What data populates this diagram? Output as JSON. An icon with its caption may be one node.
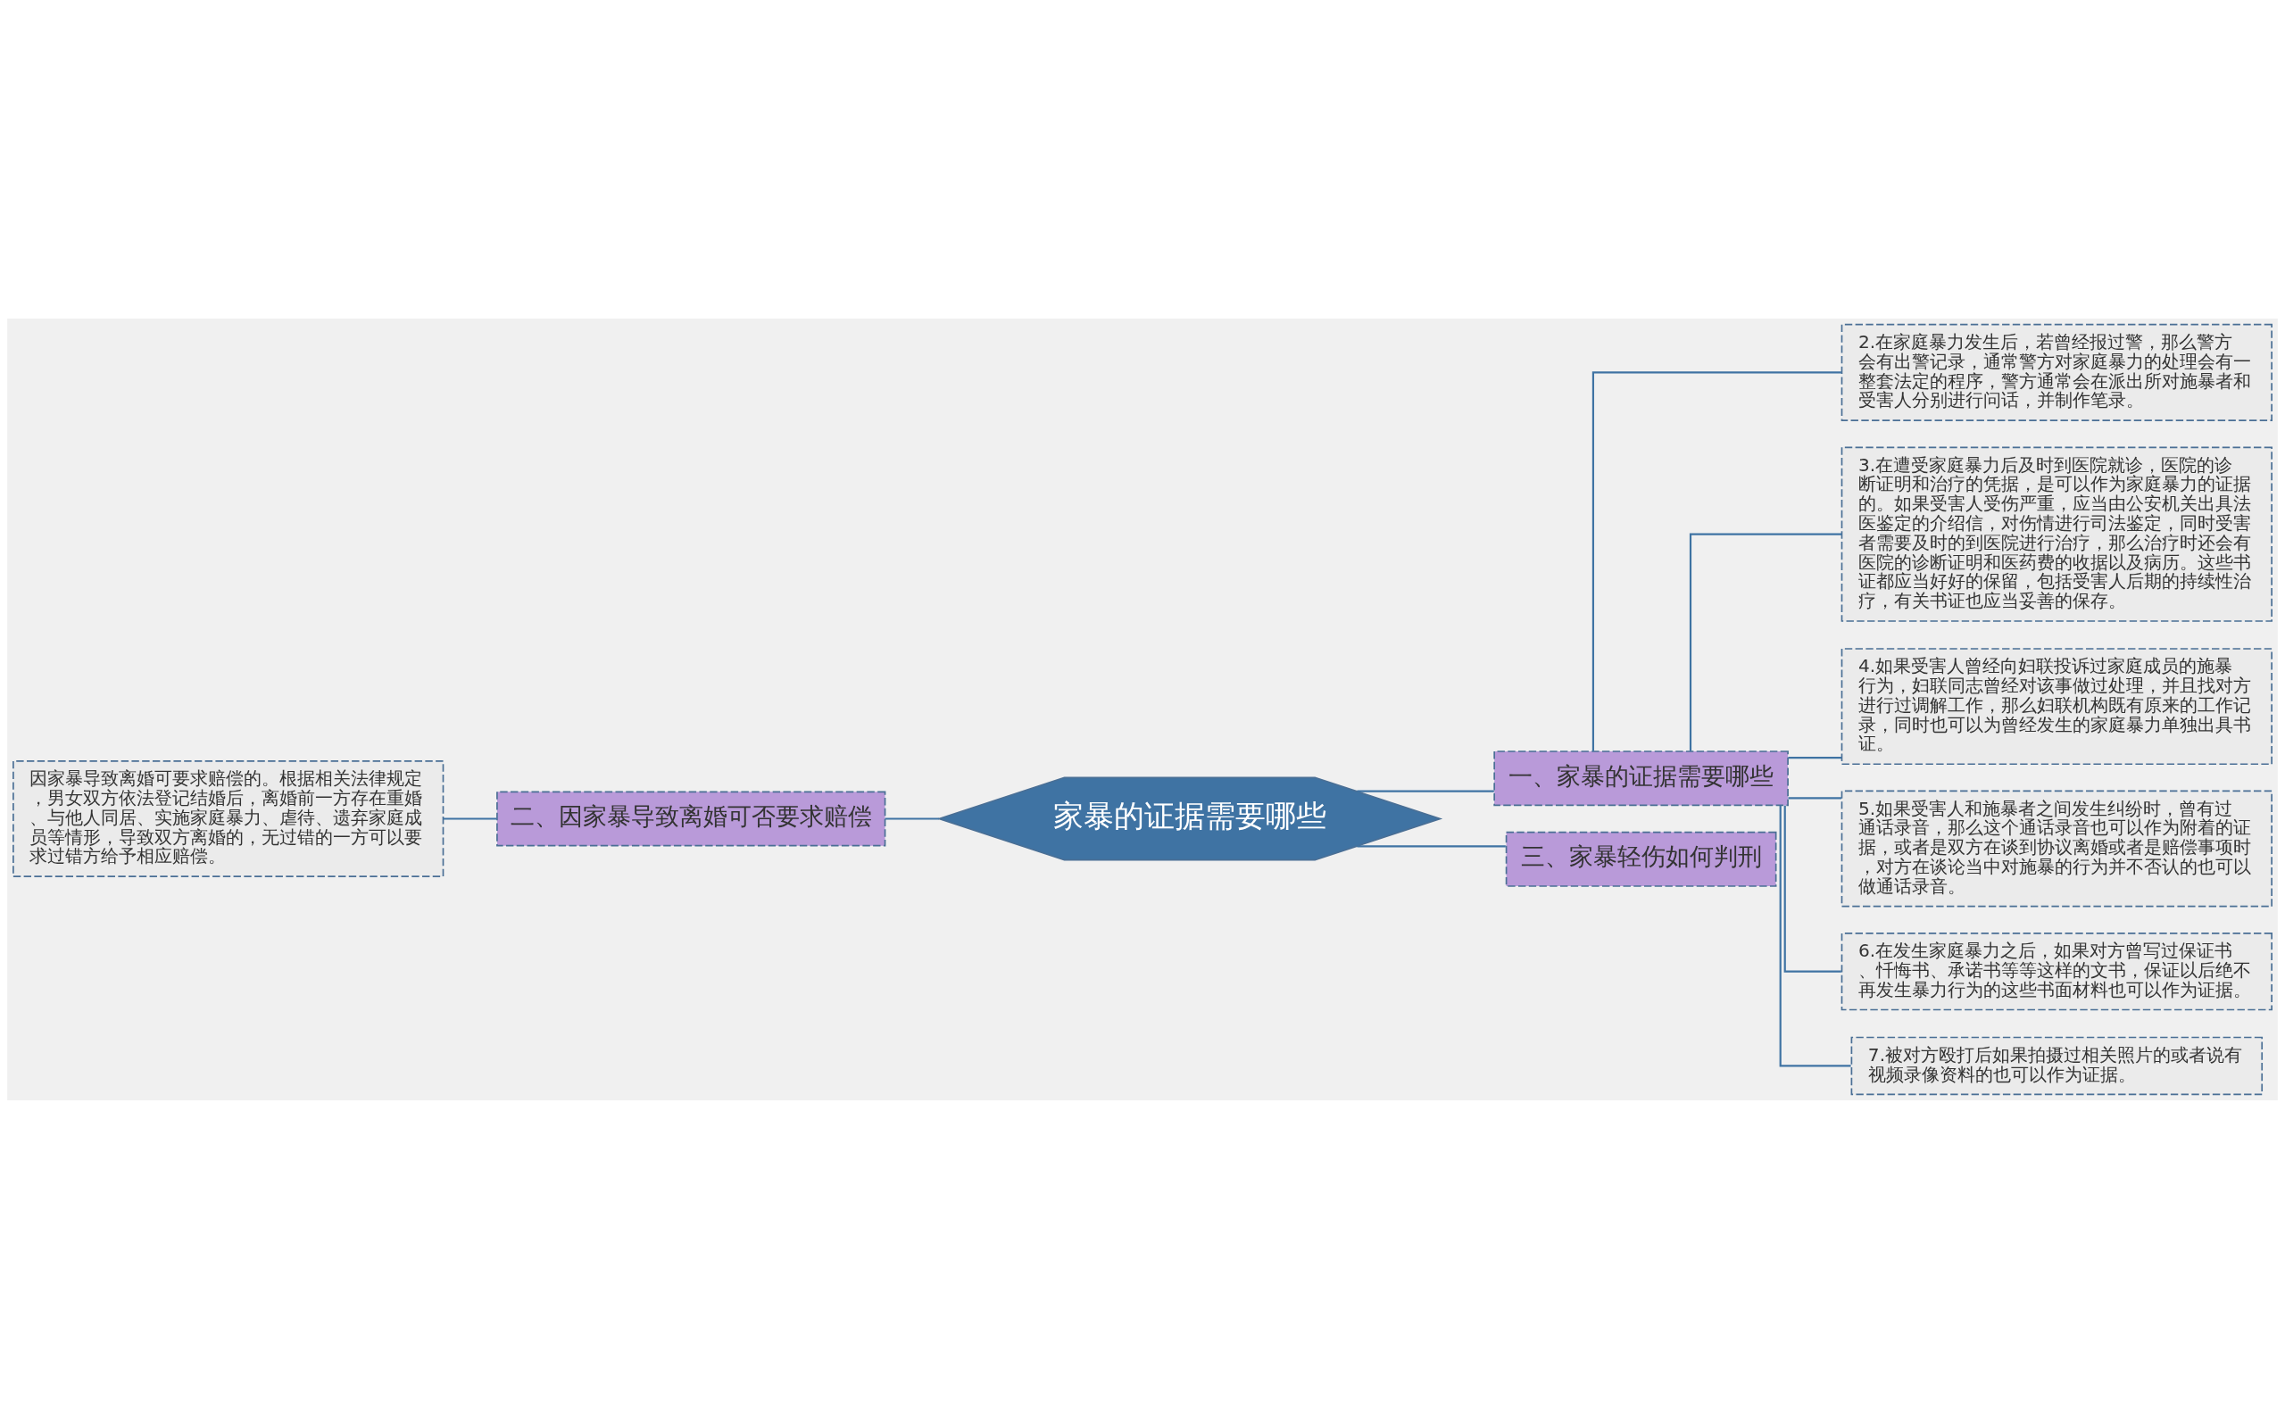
{
  "diagram": {
    "nodes": [
      {
        "text": [
          "家暴的证据需要哪些"
        ]
      },
      {
        "text": [
          "一、家暴的证据需要哪些"
        ]
      },
      {
        "text": [
          "2.在家庭暴力发生后，若曾经报过警，那么警方会有出警记录，通常警方对家庭暴力的处理会有一整套法定的程序，警方通常会在派出所对施暴者和受害人分别进行问话，并制作笔录。"
        ]
      },
      {
        "text": [
          "3.在遭受家庭暴力后及时到医院就诊，医院的诊断证明和治疗的凭据，是可以作为家庭暴力的证据的。如果受害人受伤严重，应当由公安机关出具法医鉴定的介绍信，对伤情进行司法鉴定，同时受害者需要及时的到医院进行治疗，那么治疗时还会有医院的诊断证明和医药费的收据以及病历。这些书证都应当好好的保留，包括受害人后期的持续性治疗，有关书证也应当妥善的保存。"
        ]
      },
      {
        "text": [
          "4.如果受害人曾经向妇联投诉过家庭成员的施暴行为，妇联同志曾经对该事做过处理，并且找对方进行过调解工作，那么妇联机构既有原来的工作记录，同时也可以为曾经发生的家庭暴力单独出具书证。"
        ]
      },
      {
        "text": [
          "5.如果受害人和施暴者之间发生纠纷时，曾有过通话录音，那么这个通话录音也可以作为附着的证据，或者是双方在谈到协议离婚或者是赔偿事项时，对方在谈论当中对施暴的行为并不否认的也可以做通话录音。"
        ]
      },
      {
        "text": [
          "6.在发生家庭暴力之后，如果对方曾写过保证书、忏悔书、承诺书等等这样的文书，保证以后绝不再发生暴力行为的这些书面材料也可以作为证据。"
        ]
      },
      {
        "text": [
          "7.被对方殴打后如果拍摄过相关照片的或者说有视频录像资料的也可以作为证据。"
        ]
      },
      {
        "text": [
          "三、家暴轻伤如何判刑"
        ]
      },
      {
        "text": [
          "二、因家暴导致离婚可否要求赔偿"
        ]
      },
      {
        "text": [
          "因家暴导致离婚可要求赔偿的。根据相关法律规定，男女双方依法登记结婚后，离婚前一方存在重婚、与他人同居、实施家庭暴力、虐待、遗弃家庭成员等情形，导致双方离婚的，无过错的一方可以要求过错方给予相应赔偿。"
        ]
      }
    ],
    "edges": [
      {
        "from": 0,
        "to": 1,
        "arrow": "none"
      },
      {
        "from": 1,
        "to": 2,
        "arrow": "none"
      },
      {
        "from": 1,
        "to": 3,
        "arrow": "none"
      },
      {
        "from": 1,
        "to": 4,
        "arrow": "none"
      },
      {
        "from": 1,
        "to": 5,
        "arrow": "none"
      },
      {
        "from": 1,
        "to": 6,
        "arrow": "none"
      },
      {
        "from": 1,
        "to": 7,
        "arrow": "none"
      },
      {
        "from": 0,
        "to": 8,
        "arrow": "none"
      },
      {
        "from": 9,
        "to": 0,
        "arrow": "none"
      },
      {
        "from": 10,
        "to": 9,
        "arrow": "none"
      }
    ]
  }
}
